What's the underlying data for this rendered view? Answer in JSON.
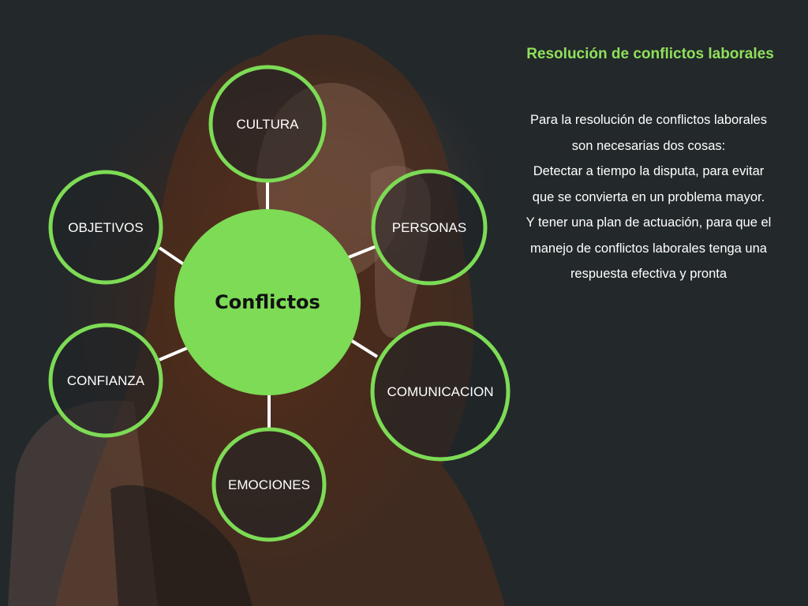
{
  "colors": {
    "background": "#23272a",
    "accent_green": "#7ddb55",
    "title_green": "#8fe05a",
    "node_fill": "#1f2326",
    "connector": "#ffffff",
    "text": "#ffffff",
    "center_text": "#111111"
  },
  "background_image": "woman-holding-head-photo",
  "diagram": {
    "center": {
      "label": "Conflictos"
    },
    "nodes": [
      {
        "id": "cultura",
        "label": "CULTURA"
      },
      {
        "id": "personas",
        "label": "PERSONAS"
      },
      {
        "id": "comunicacion",
        "label": "COMUNICACION"
      },
      {
        "id": "emociones",
        "label": "EMOCIONES"
      },
      {
        "id": "confianza",
        "label": "CONFIANZA"
      },
      {
        "id": "objetivos",
        "label": "OBJETIVOS"
      }
    ]
  },
  "panel": {
    "title": "Resolución de conflictos laborales",
    "lines": [
      "Para la resolución de conflictos laborales",
      "son necesarias dos cosas:",
      "Detectar a tiempo la disputa, para evitar",
      "que se convierta en un problema mayor.",
      "Y tener una plan de actuación, para que el",
      "manejo de conflictos laborales tenga una",
      "respuesta efectiva y pronta"
    ]
  }
}
